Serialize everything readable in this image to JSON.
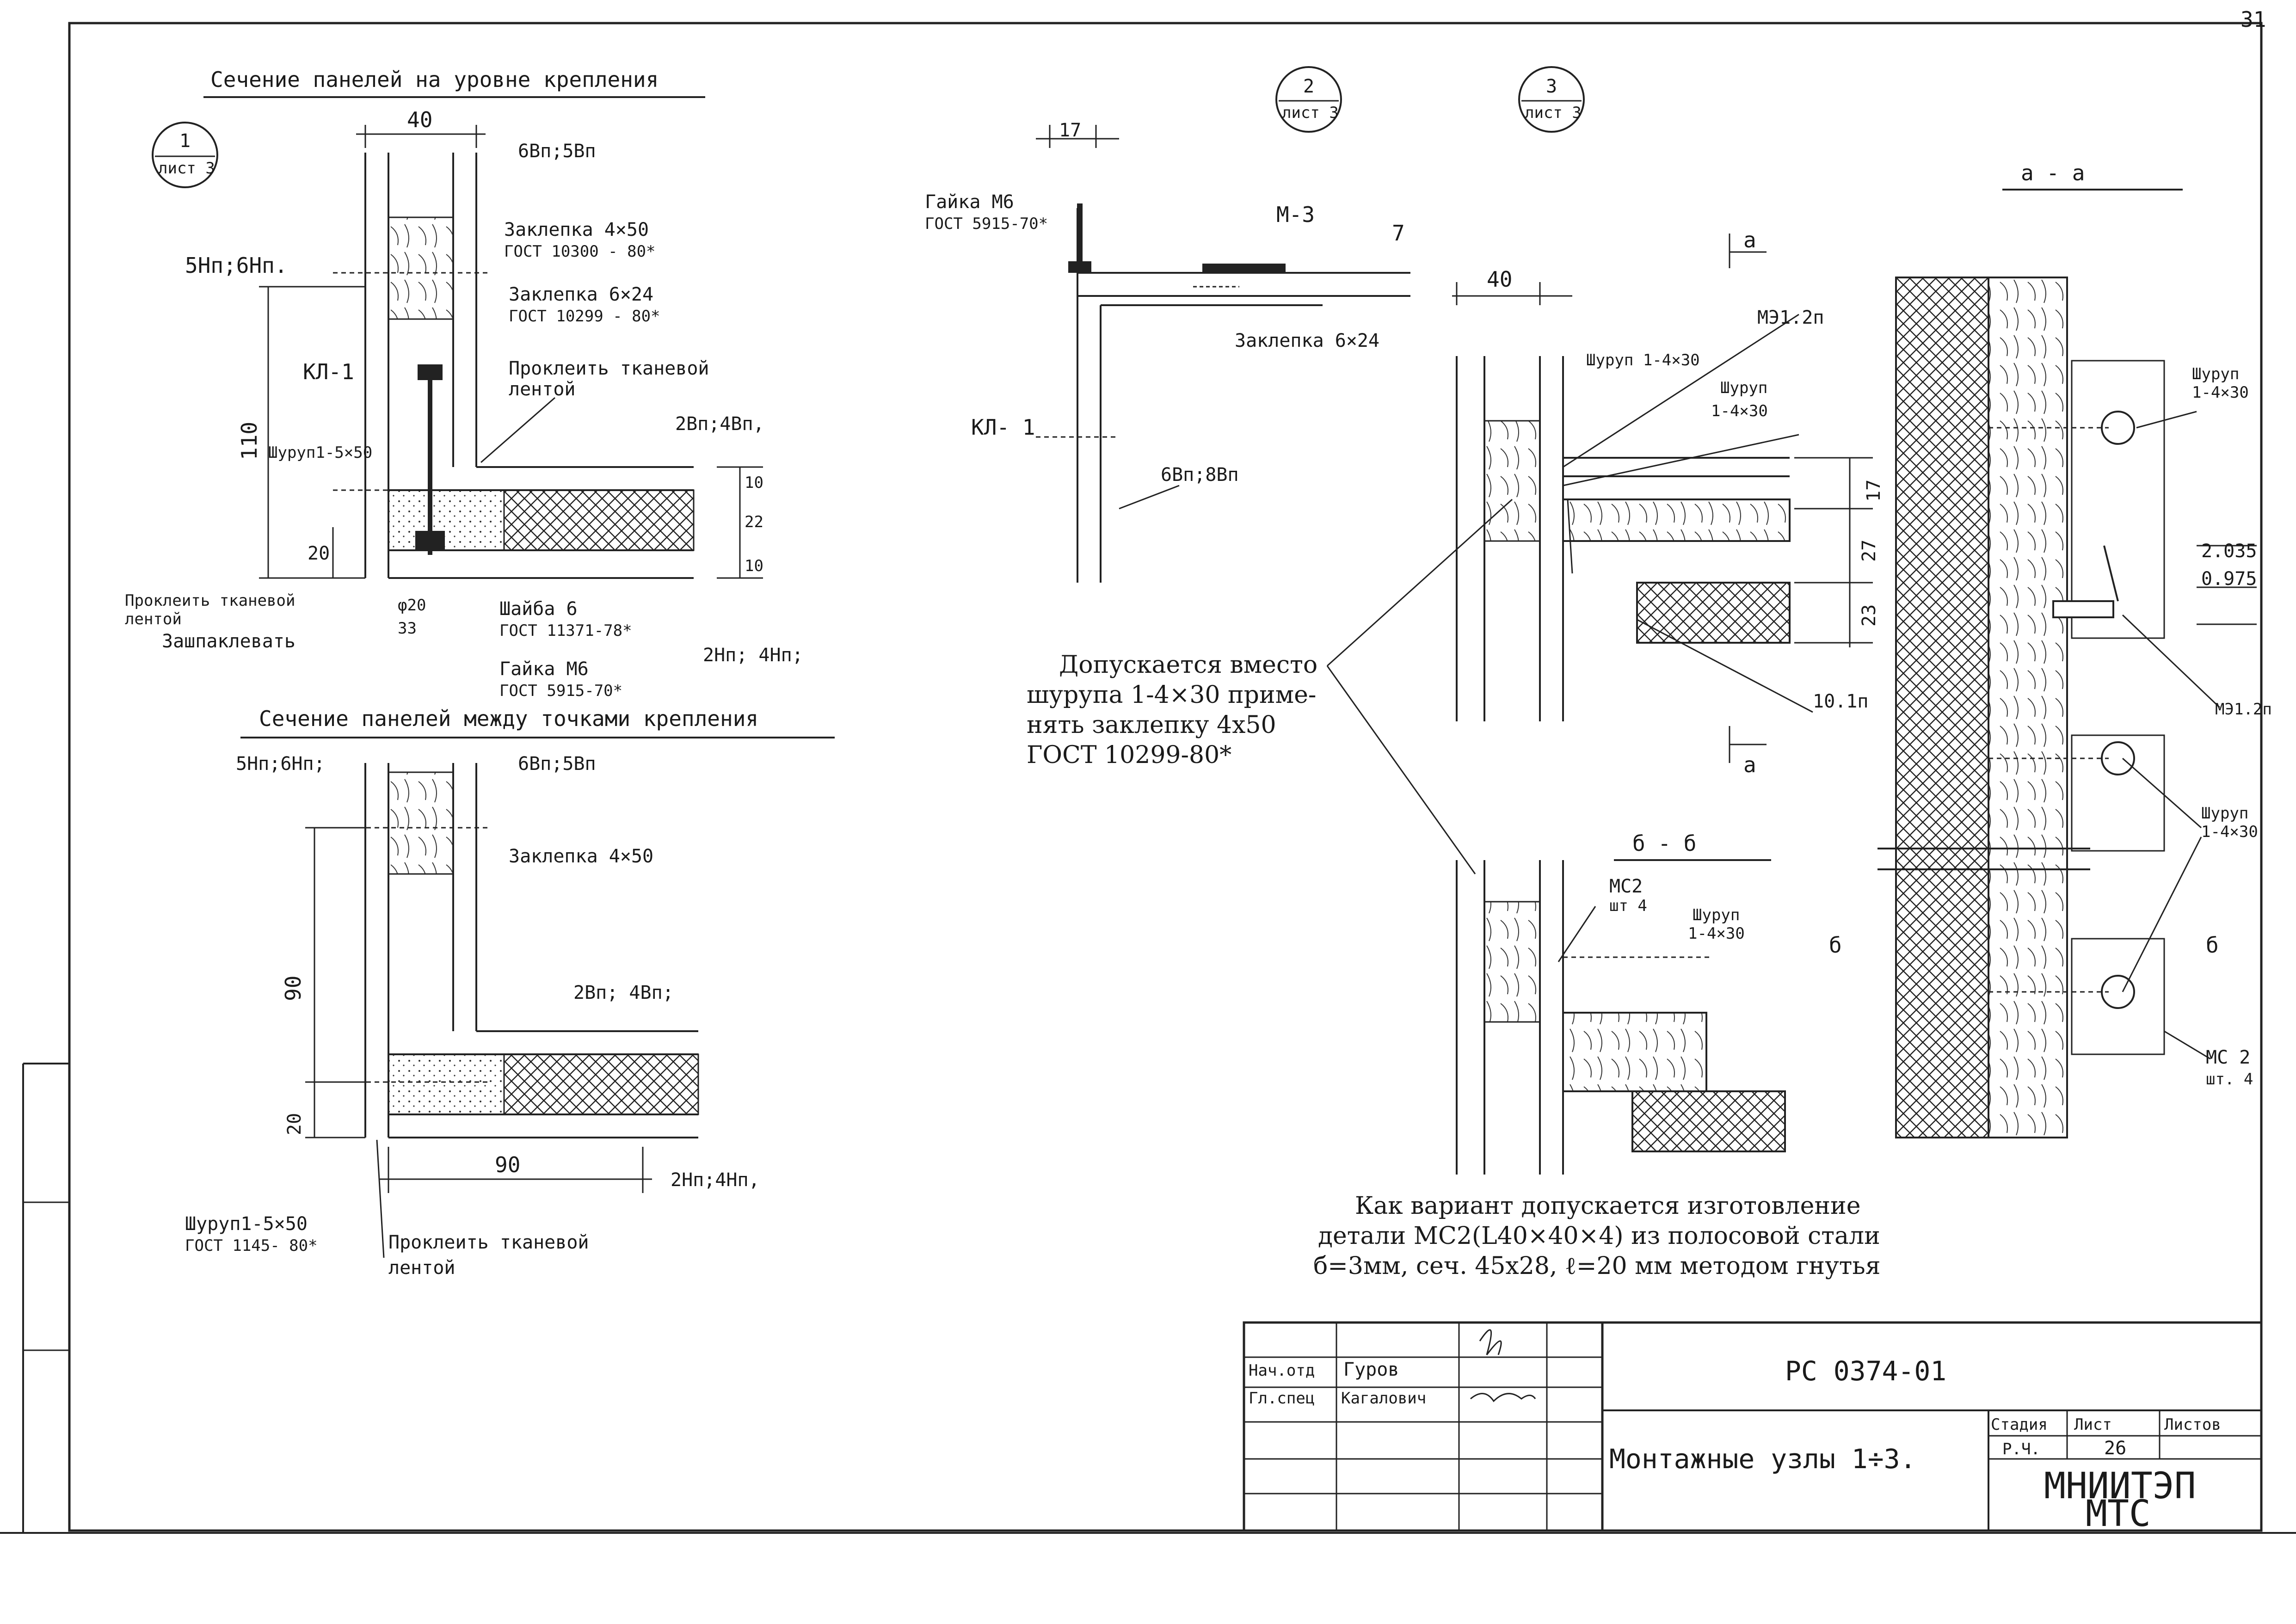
{
  "page_number": "31",
  "section_titles": {
    "s1": "Сечение панелей на уровне крепления",
    "s2": "Сечение панелей между точками крепления"
  },
  "callouts": [
    {
      "num": "1",
      "sheet": "лист 3"
    },
    {
      "num": "2",
      "sheet": "лист 3"
    },
    {
      "num": "3",
      "sheet": "лист 3"
    }
  ],
  "node1": {
    "dim_top": "40",
    "lbl_6vp5vp": "6Вп;5Вп",
    "lbl_rivet1": "Заклепка 4×50",
    "lbl_rivet1_gost": "ГОСТ 10300 - 80*",
    "lbl_rivet2": "Заклепка 6×24",
    "lbl_rivet2_gost": "ГОСТ 10299 - 80*",
    "lbl_5np6np": "5Нп;6Нп.",
    "lbl_tape1": "Проклеить тканевой",
    "lbl_tape1b": "лентой",
    "lbl_kl1": "КЛ-1",
    "lbl_screw": "Шуруп1-5×50",
    "dim_110": "110",
    "dim_20": "20",
    "lbl_2vp4vp": "2Вп;4Вп,",
    "dim_10a": "10",
    "dim_22": "22",
    "dim_10b": "10",
    "lbl_tape2": "Проклеить тканевой",
    "lbl_tape2b": "лентой",
    "lbl_putty": "Зашпаклевать",
    "dim_020": "φ20",
    "dim_33": "33",
    "lbl_washer": "Шайба 6",
    "lbl_washer_gost": "ГОСТ 11371-78*",
    "lbl_nut": "Гайка М6",
    "lbl_nut_gost": "ГОСТ 5915-70*",
    "lbl_2np4np": "2Нп; 4Нп;"
  },
  "node1b": {
    "lbl_5np6np": "5Нп;6Нп;",
    "lbl_6vp5vp": "6Вп;5Вп",
    "lbl_rivet": "Заклепка 4×50",
    "dim_90v": "90",
    "dim_20": "20",
    "lbl_2vp4vp": "2Вп; 4Вп;",
    "dim_90h": "90",
    "lbl_2np4np": "2Нп;4Нп,",
    "lbl_screw": "Шуруп1-5×50",
    "lbl_screw_gost": "ГОСТ 1145- 80*",
    "lbl_tape": "Проклеить тканевой",
    "lbl_tape_b": "лентой"
  },
  "node2": {
    "dim_17": "17",
    "lbl_nut": "Гайка М6",
    "lbl_nut_gost": "ГОСТ 5915-70*",
    "lbl_m3": "М-3",
    "lbl_7": "7",
    "lbl_rivet": "Заклепка 6×24",
    "lbl_kl1": "КЛ- 1",
    "lbl_6vp8vp": "6Вп;8Вп"
  },
  "note1": [
    "Допускается вместо",
    "шурупа 1-4×30 приме-",
    "нять заклепку 4х50",
    "ГОСТ 10299-80*"
  ],
  "node3": {
    "dim_40": "40",
    "lbl_screw1": "Шуруп 1-4×30",
    "lbl_me12": "МЭ1.2п",
    "lbl_screw2": "Шуруп",
    "lbl_screw2b": "1-4×30",
    "dim_17": "17",
    "dim_27": "27",
    "dim_23": "23",
    "lbl_10_1p": "10.1п",
    "sec_a": "а"
  },
  "section_bb": {
    "title": "б - б",
    "lbl_ms2": "МС2",
    "lbl_ms2_qty": "шт 4",
    "lbl_screw": "Шуруп",
    "lbl_screw_b": "1-4×30"
  },
  "section_aa": {
    "title": "а - а",
    "lbl_screw1": "Шуруп",
    "lbl_screw1b": "1-4×30",
    "lvl1": "2.035",
    "lvl2": "0.975",
    "lbl_me12": "МЭ1.2п",
    "lbl_screw2": "Шуруп",
    "lbl_screw2b": "1-4×30",
    "lbl_ms2": "МС 2",
    "lbl_ms2_qty": "шт. 4",
    "mark_b": "б"
  },
  "note2": [
    "Как вариант допускается изготовление",
    "детали МС2(L40×40×4) из полосовой стали",
    "б=3мм, сеч. 45х28, ℓ=20 мм методом гнутья"
  ],
  "title_block": {
    "row1_role": "Нач.отд",
    "row1_name": "Гуров",
    "row2_role": "Гл.спец",
    "row2_name": "Кагалович",
    "doc_code": "РС 0374-01",
    "drawing_title": "Монтажные узлы 1÷3.",
    "h_stage": "Стадия",
    "h_sheet": "Лист",
    "h_sheets": "Листов",
    "v_stage": "Р.Ч.",
    "v_sheet": "26",
    "v_sheets": "",
    "org1": "МНИИТЭП",
    "org2": "МТС"
  }
}
